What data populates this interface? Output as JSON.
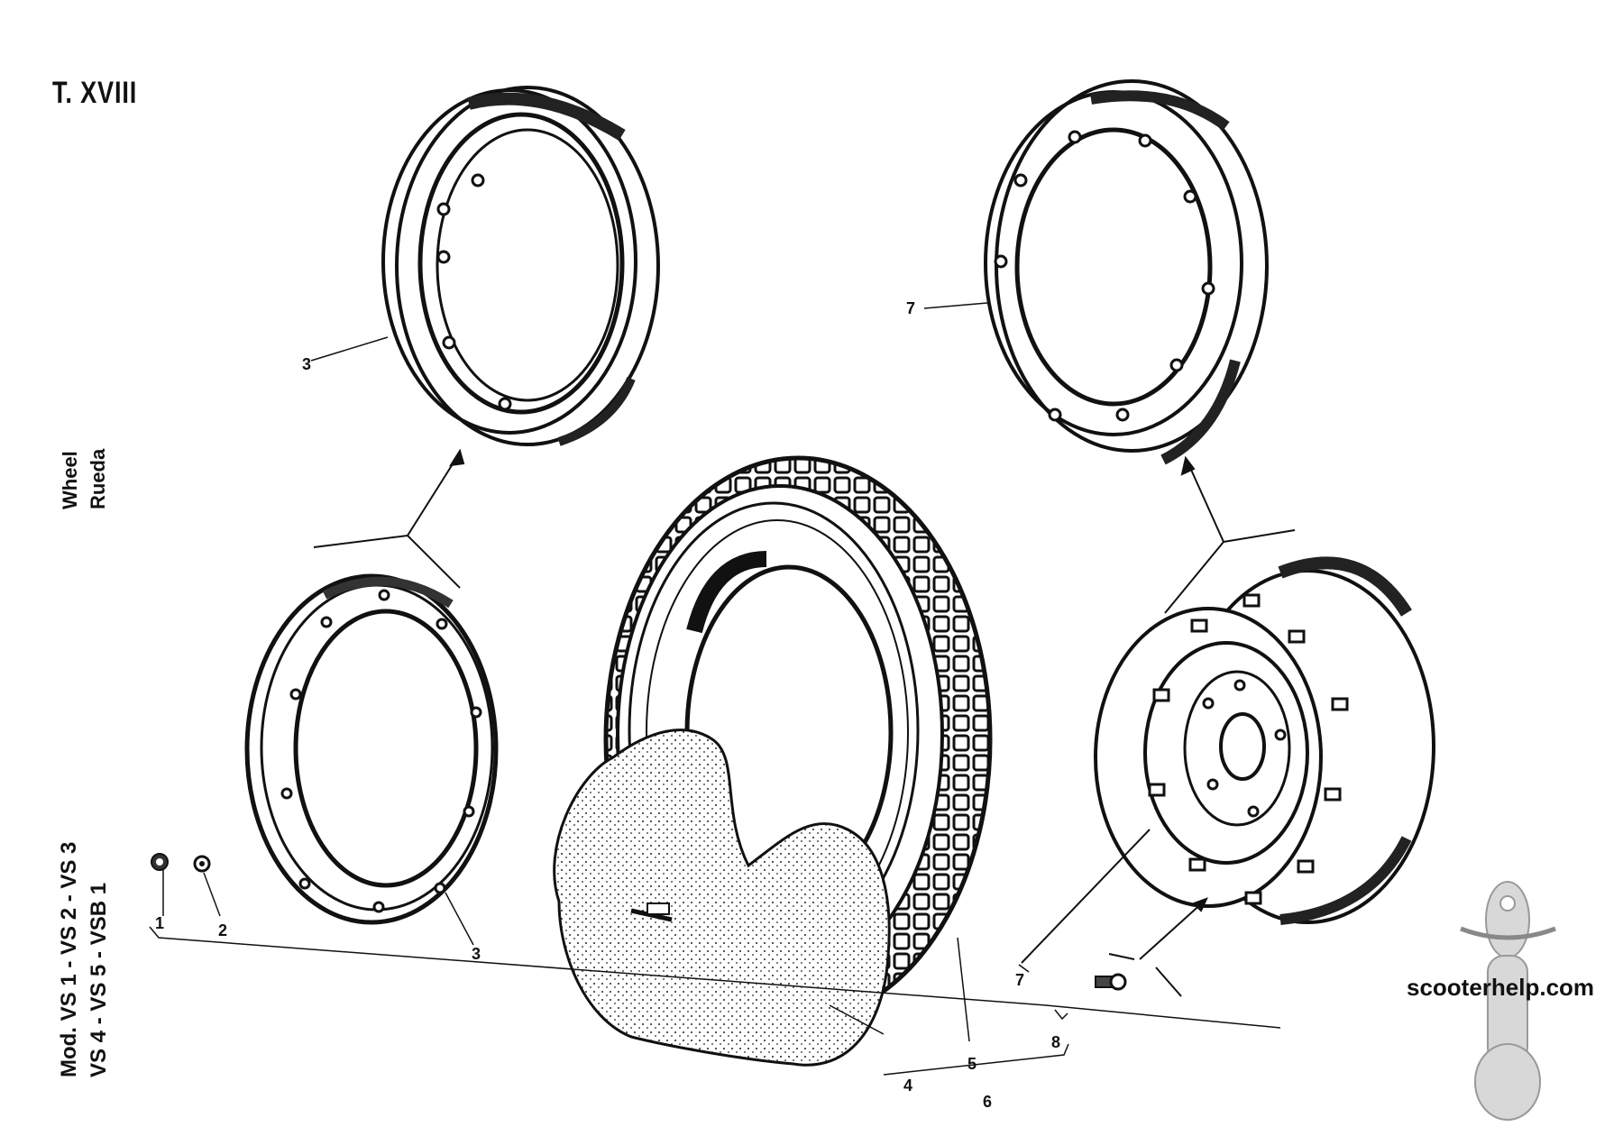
{
  "page": {
    "plate_title": "T. XVIII",
    "subject_en": "Wheel",
    "subject_es": "Rueda",
    "models_line1": "Mod. VS 1 - VS 2 - VS 3",
    "models_line2": "VS 4 - VS 5 - VSB 1",
    "watermark": "scooterhelp.com"
  },
  "callouts": {
    "nut": "1",
    "washer": "2",
    "rim_half_upper": "3",
    "rim_half_lower": "3",
    "inner_tube": "4",
    "tyre": "5",
    "tyre_set": "6",
    "hub_half_upper": "7",
    "hub_assembly": "7",
    "complete_wheel": "8"
  }
}
